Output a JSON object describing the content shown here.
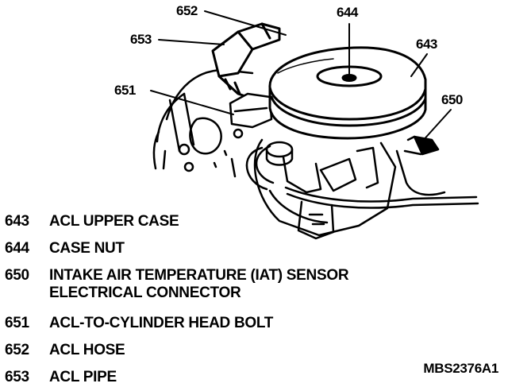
{
  "callouts": {
    "c652": "652",
    "c644": "644",
    "c653": "653",
    "c643": "643",
    "c651": "651",
    "c650": "650"
  },
  "legend": [
    {
      "number": "643",
      "description": "ACL UPPER CASE"
    },
    {
      "number": "644",
      "description": "CASE NUT"
    },
    {
      "number": "650",
      "description": "INTAKE AIR TEMPERATURE (IAT) SENSOR ELECTRICAL CONNECTOR"
    },
    {
      "number": "651",
      "description": "ACL-TO-CYLINDER HEAD BOLT"
    },
    {
      "number": "652",
      "description": "ACL HOSE"
    },
    {
      "number": "653",
      "description": "ACL PIPE"
    }
  ],
  "figure_code": "MBS2376A1"
}
